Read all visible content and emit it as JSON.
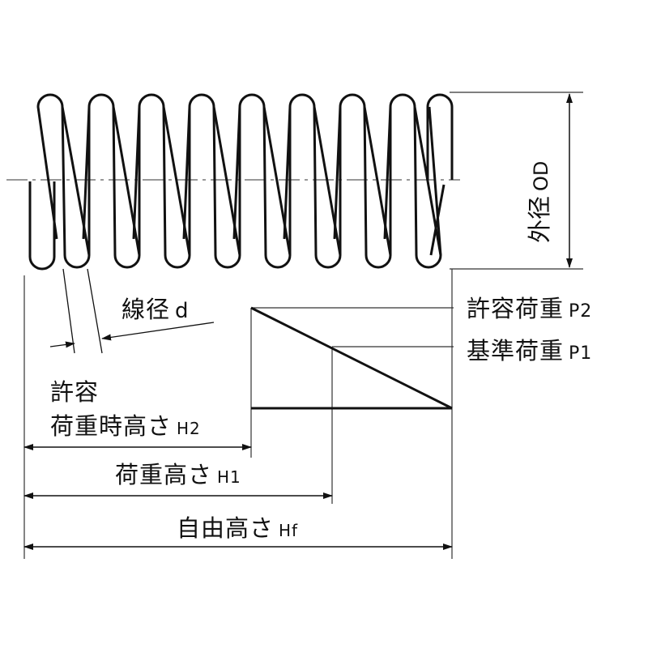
{
  "labels": {
    "outer_diameter": {
      "text": "外径",
      "symbol": "OD"
    },
    "wire_diameter": {
      "text": "線径",
      "symbol": "d"
    },
    "allowable_load": {
      "text": "許容荷重",
      "symbol": "P2"
    },
    "reference_load": {
      "text": "基準荷重",
      "symbol": "P1"
    },
    "allowable_load_height": {
      "line1": "許容",
      "line2": "荷重時高さ",
      "symbol": "H2"
    },
    "loaded_height": {
      "text": "荷重高さ",
      "symbol": "H1"
    },
    "free_height": {
      "text": "自由高さ",
      "symbol": "Hf"
    }
  },
  "colors": {
    "line": "#111111",
    "thin": "#333333",
    "leader": "#666666"
  }
}
